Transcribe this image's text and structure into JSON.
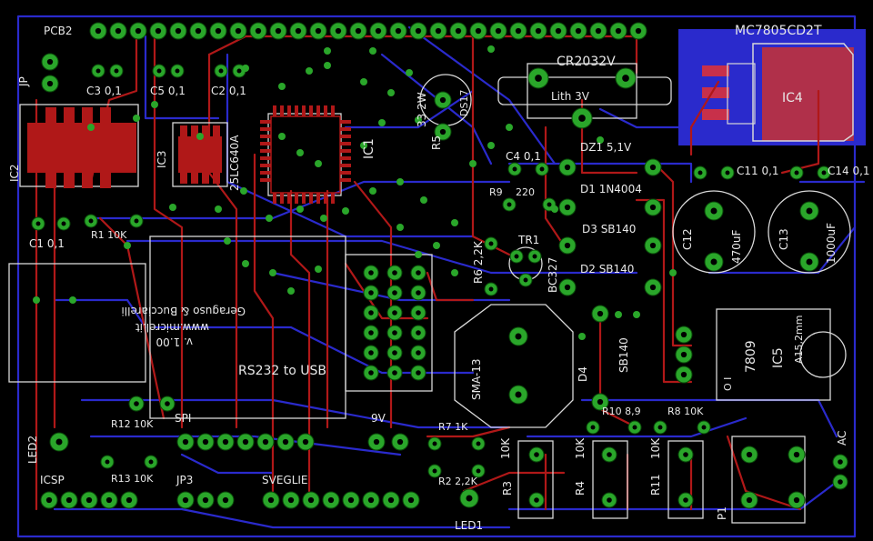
{
  "board": {
    "background": "#000000",
    "colors": {
      "top_copper": "#b01818",
      "bottom_copper": "#2a2acc",
      "pads": "#2aa62a",
      "silkscreen": "#e8e8e8",
      "regulator_block_blue": "#2a2acc",
      "regulator_block_red": "#b0304a"
    }
  },
  "labels": {
    "pcb2": "PCB2",
    "jp": "JP",
    "c3": "C3 0,1",
    "c5": "C5 0,1",
    "c2": "C2 0,1",
    "ic2": "IC2",
    "ic3": "IC3",
    "chip_25lc640a": "25LC640A",
    "ic1": "IC1",
    "r1": "R1 10K",
    "c1": "C1 0,1",
    "mirrored_author": "Geraguso & Bucciarelli",
    "mirrored_url": "www.micrel.it",
    "mirrored_version": "v. 1.00",
    "rs232": "RS232 to USB",
    "zener": "33 2W",
    "ds17": "DS17",
    "r5": "R5",
    "cr2032": "CR2032V",
    "lith": "Lith 3V",
    "c4": "C4 0,1",
    "dz1": "DZ1 5,1V",
    "d1": "D1 1N4004",
    "r9": "R9",
    "r9_val": "220",
    "d3": "D3 SB140",
    "d2": "D2 SB140",
    "r6": "R6 2,2K",
    "tr1": "TR1",
    "bc327": "BC327",
    "sma13": "SMA-13",
    "d4": "D4",
    "sb140": "SB140",
    "mc7805": "MC7805CD2T",
    "ic4": "IC4",
    "c11": "C11 0,1",
    "c14": "C14 0,1",
    "c12": "C12",
    "c12_val": "470uF",
    "c13": "C13",
    "c13_val": "1000uF",
    "ic5_part": "7809",
    "ic5": "IC5",
    "ic5_pins": "O  I",
    "heatsink": "A15,2mm",
    "spi": "SPI",
    "v9": "9V",
    "r12": "R12 10K",
    "r13": "R13 10K",
    "led2": "LED2",
    "icsp": "ICSP",
    "jp3": "JP3",
    "sveglie": "SVEGLIE",
    "r7": "R7 1K",
    "r2": "R2 2,2K",
    "led1": "LED1",
    "r3": "R3",
    "r3_val": "10K",
    "r4": "R4",
    "r4_val": "10K",
    "r11": "R11",
    "r11_val": "10K",
    "r10": "R10 8,9",
    "r8": "R8 10K",
    "p1": "P1",
    "ac": "AC"
  }
}
